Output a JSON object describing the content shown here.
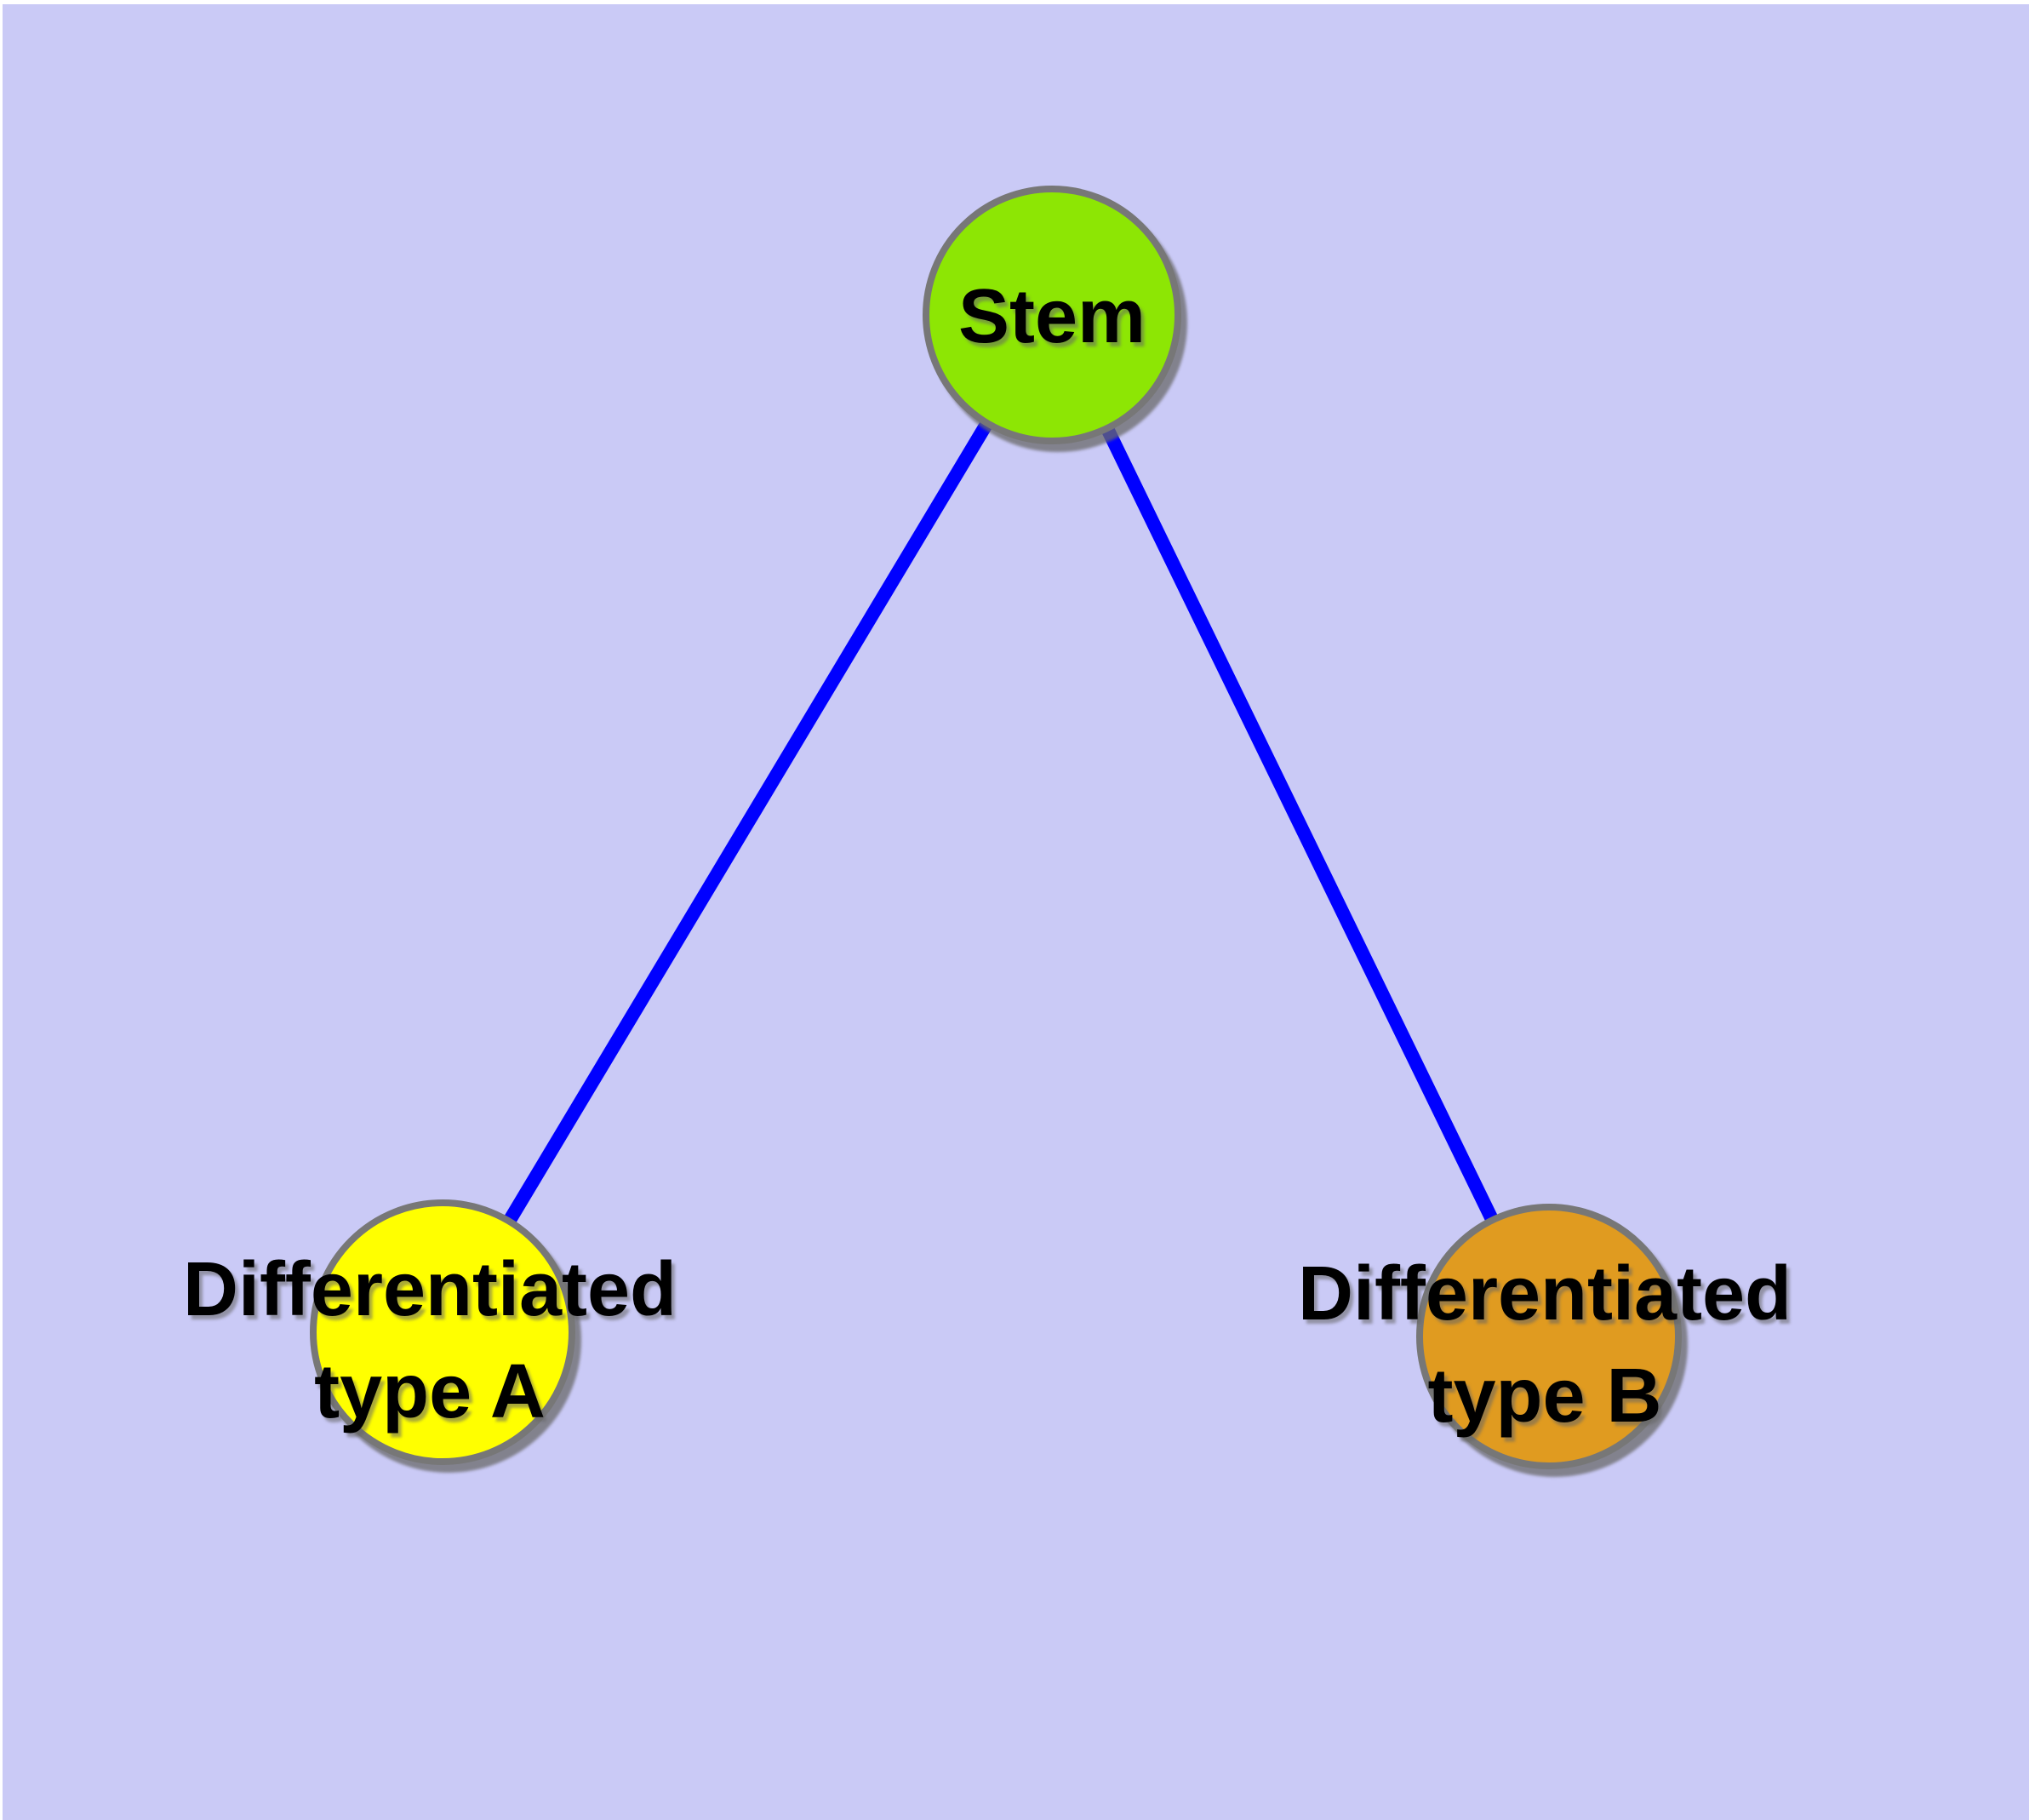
{
  "diagram": {
    "background_color": "#cacaf6",
    "margin_strip_color": "#ffffff",
    "edge_color": "#0000ff",
    "node_border_color": "#777777",
    "text_color": "#000000",
    "nodes": {
      "stem": {
        "label": "Stem",
        "fill": "#8de604"
      },
      "type_a": {
        "label_line1": "Differentiated",
        "label_line2": "type A",
        "fill": "#ffff00"
      },
      "type_b": {
        "label_line1": "Differentiated",
        "label_line2": "type B",
        "fill": "#e09b20"
      }
    },
    "edges": [
      {
        "name": "stem-to-type-a"
      },
      {
        "name": "stem-to-type-b"
      }
    ]
  }
}
